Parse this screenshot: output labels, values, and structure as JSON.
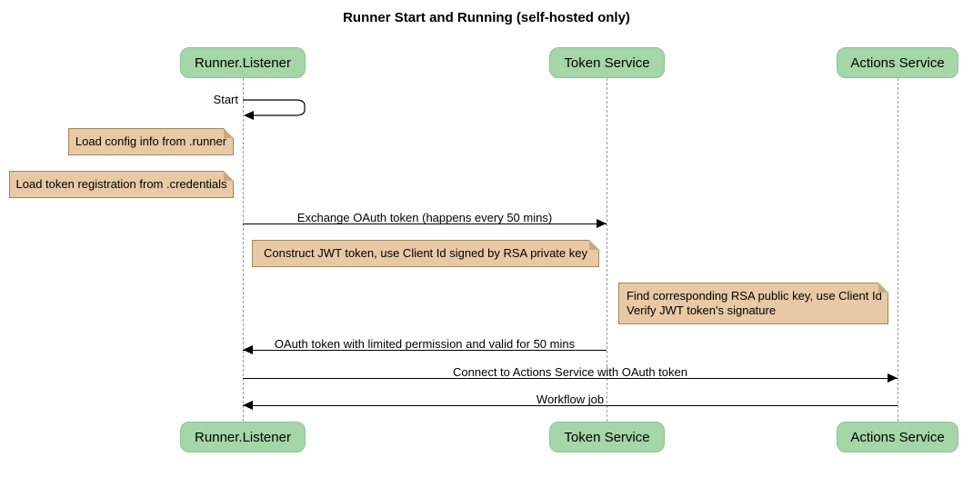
{
  "title": "Runner Start and Running (self-hosted only)",
  "participants": [
    {
      "label": "Runner.Listener"
    },
    {
      "label": "Token Service"
    },
    {
      "label": "Actions Service"
    }
  ],
  "self_message": {
    "label": "Start",
    "from": "Runner.Listener",
    "to": "Runner.Listener"
  },
  "notes": [
    {
      "text": "Load config info from .runner"
    },
    {
      "text": "Load token registration from .credentials"
    },
    {
      "text": "Construct JWT token, use Client Id signed by RSA private key"
    },
    {
      "lines": [
        "Find corresponding RSA public key, use Client Id",
        "Verify JWT token's signature"
      ]
    }
  ],
  "messages": [
    {
      "label": "Exchange OAuth token (happens every 50 mins)",
      "from": "Runner.Listener",
      "to": "Token Service"
    },
    {
      "label": "OAuth token with limited permission and valid for 50 mins",
      "from": "Token Service",
      "to": "Runner.Listener"
    },
    {
      "label": "Connect to Actions Service with OAuth token",
      "from": "Runner.Listener",
      "to": "Actions Service"
    },
    {
      "label": "Workflow job",
      "from": "Actions Service",
      "to": "Runner.Listener"
    }
  ],
  "colors": {
    "participant_fill": "#a5d6a7",
    "participant_border": "#8fc591",
    "note_fill": "#e8c9a6",
    "note_border": "#a0885c",
    "note_fold": "#c8a87c",
    "lifeline": "#999999",
    "arrow": "#000000",
    "text": "#000000",
    "background": "#ffffff"
  }
}
